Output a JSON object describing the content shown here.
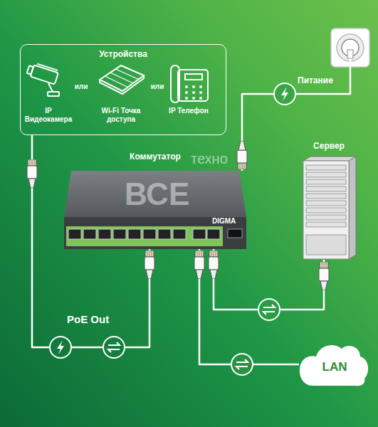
{
  "diagram": {
    "nodes": [
      {
        "text": [
          "Устройства"
        ]
      },
      {
        "text": [
          "IP Видеокамера"
        ],
        "in": 0
      },
      {
        "text": [
          "Wi-Fi Точка доступа"
        ],
        "in": 0
      },
      {
        "text": [
          "IP Телефон"
        ],
        "in": 0
      },
      {
        "text": [
          "Питание"
        ]
      },
      {
        "text": [
          "Коммутатор",
          "DIGMA"
        ]
      },
      {
        "text": [
          "Сервер"
        ]
      },
      {
        "text": [
          "LAN"
        ]
      }
    ],
    "edges": [
      {
        "from": 5,
        "to": 0,
        "arrow": "none",
        "label": "PoE Out"
      },
      {
        "from": 4,
        "to": 5,
        "arrow": "none"
      },
      {
        "from": 5,
        "to": 6,
        "arrow": "none"
      },
      {
        "from": 5,
        "to": 7,
        "arrow": "none"
      }
    ],
    "labels": [
      "или",
      "или",
      "техно",
      "ВСЕ"
    ]
  }
}
